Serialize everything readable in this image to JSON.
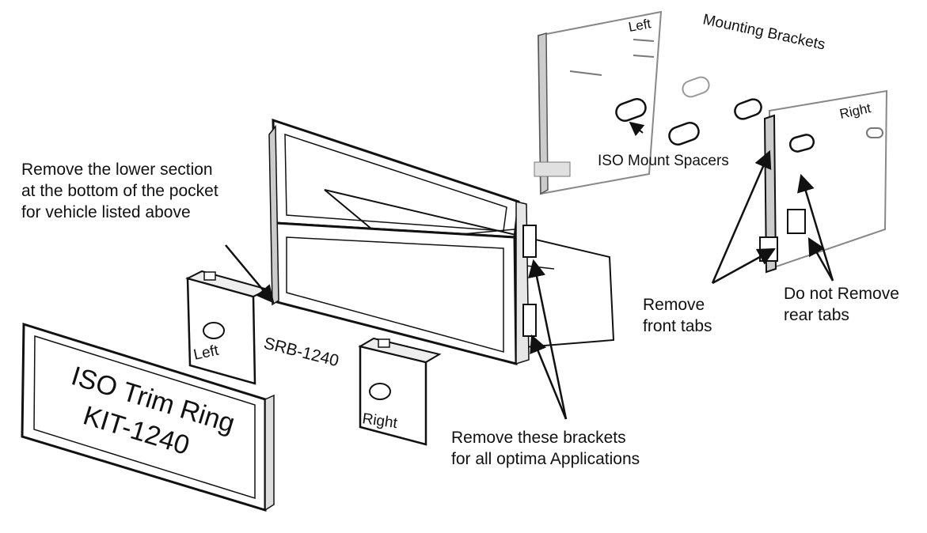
{
  "callouts": {
    "remove_lower_section": [
      "Remove the lower section",
      "at the bottom of the pocket",
      "for vehicle listed above"
    ],
    "remove_brackets": [
      "Remove these brackets",
      "for all optima Applications"
    ],
    "remove_front_tabs": [
      "Remove",
      "front tabs"
    ],
    "do_not_remove_rear_tabs": [
      "Do not Remove",
      "rear tabs"
    ],
    "mounting_brackets": "Mounting Brackets",
    "iso_mount_spacers": "ISO Mount Spacers"
  },
  "parts": {
    "trim_ring_line1": "ISO Trim Ring",
    "trim_ring_line2": "KIT-1240",
    "pocket_model": "SRB-1240",
    "left_cap": "Left",
    "right_cap": "Right",
    "left_bracket": "Left",
    "right_bracket": "Right"
  }
}
